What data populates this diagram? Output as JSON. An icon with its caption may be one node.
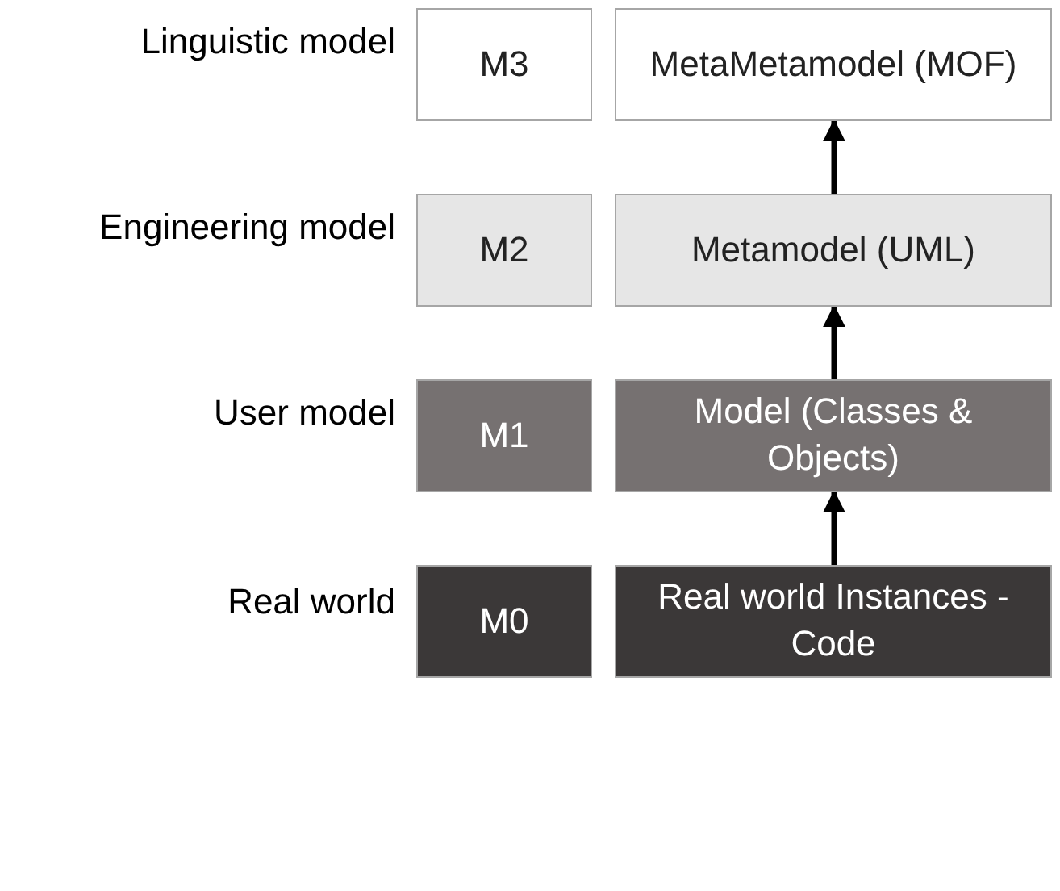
{
  "diagram": {
    "nodes": [
      {
        "text": [
          "M3"
        ]
      },
      {
        "text": [
          "MetaMetamodel (MOF)"
        ]
      },
      {
        "text": [
          "M2"
        ]
      },
      {
        "text": [
          "Metamodel (UML)"
        ]
      },
      {
        "text": [
          "M1"
        ]
      },
      {
        "text": [
          "Model (Classes & Objects)"
        ]
      },
      {
        "text": [
          "M0"
        ]
      },
      {
        "text": [
          "Real world Instances - Code"
        ]
      }
    ],
    "edges": [
      {
        "from": 3,
        "to": 1,
        "arrow": "to"
      },
      {
        "from": 5,
        "to": 3,
        "arrow": "to"
      },
      {
        "from": 7,
        "to": 5,
        "arrow": "to"
      }
    ],
    "labels": [
      "Linguistic model",
      "Engineering model",
      "User model",
      "Real world"
    ]
  }
}
